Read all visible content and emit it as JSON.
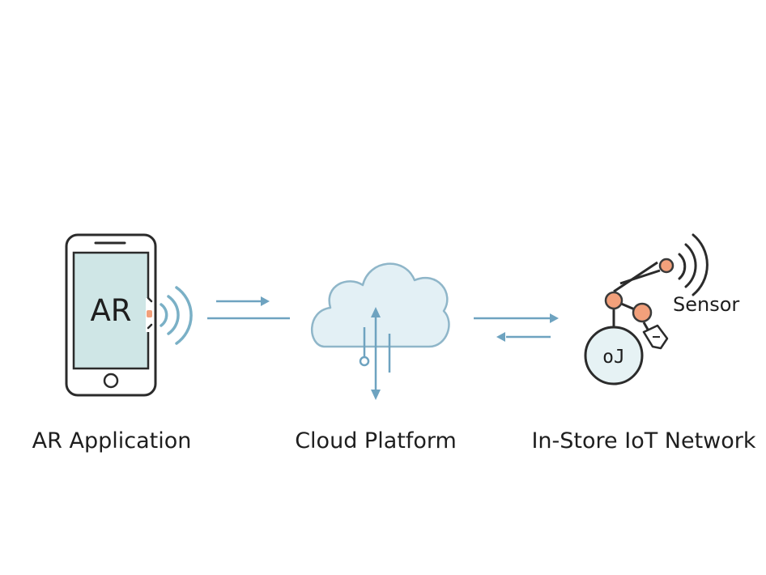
{
  "diagram": {
    "phone_screen_text": "AR",
    "sensor_label": "Sensor",
    "iot_hub_label": "oJ",
    "captions": {
      "ar_application": "AR Application",
      "cloud_platform": "Cloud Platform",
      "iot_network": "In-Store IoT Network"
    }
  },
  "colors": {
    "outline": "#2b2b2b",
    "screen_fill": "#cfe6e6",
    "cloud_fill": "#e3f0f5",
    "cloud_stroke": "#8fb6c9",
    "arrow": "#6ea3c0",
    "signal": "#7ab0c6",
    "node_fill": "#f2a07b",
    "node_stroke": "#3a3a3a",
    "hub_fill": "#e6f2f4"
  },
  "icons": [
    "smartphone-icon",
    "wireless-signal-icon",
    "cloud-icon",
    "robot-arm-icon",
    "iot-hub-icon"
  ]
}
